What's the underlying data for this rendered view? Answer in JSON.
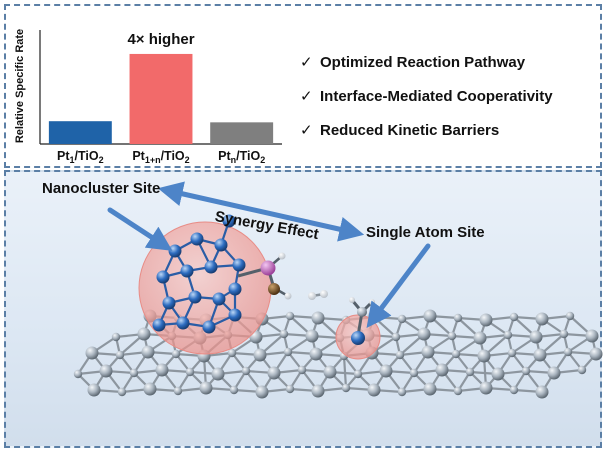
{
  "chart_data": {
    "type": "bar",
    "ylabel": "Relative Specific Rate",
    "categories": [
      {
        "base": "Pt",
        "sub": "1",
        "rest": "/TiO",
        "sub2": "2"
      },
      {
        "base": "Pt",
        "sub": "1+n",
        "rest": "/TiO",
        "sub2": "2"
      },
      {
        "base": "Pt",
        "sub": "n",
        "rest": "/TiO",
        "sub2": "2"
      }
    ],
    "values": [
      1.0,
      3.95,
      0.95
    ],
    "ylim": [
      0,
      5
    ],
    "colors": [
      "#1f63a8",
      "#f26a6a",
      "#7f7f7f"
    ],
    "annotation": "4× higher",
    "grid": false
  },
  "highlights": [
    {
      "check": "✓",
      "text": "Optimized Reaction Pathway"
    },
    {
      "check": "✓",
      "text": "Interface-Mediated Cooperativity"
    },
    {
      "check": "✓",
      "text": "Reduced Kinetic Barriers"
    }
  ],
  "illustration": {
    "nanocluster_label": "Nanocluster Site",
    "single_atom_label": "Single Atom Site",
    "synergy_label": "Synergy Effect",
    "colors": {
      "support_atom": "#9aa6b2",
      "pt_atom": "#2d6cc0",
      "halo": "#f2a39e",
      "arrow": "#4d84c8",
      "adsorbate_pink": "#c45fc0",
      "adsorbate_brown": "#6b4a1f"
    }
  }
}
